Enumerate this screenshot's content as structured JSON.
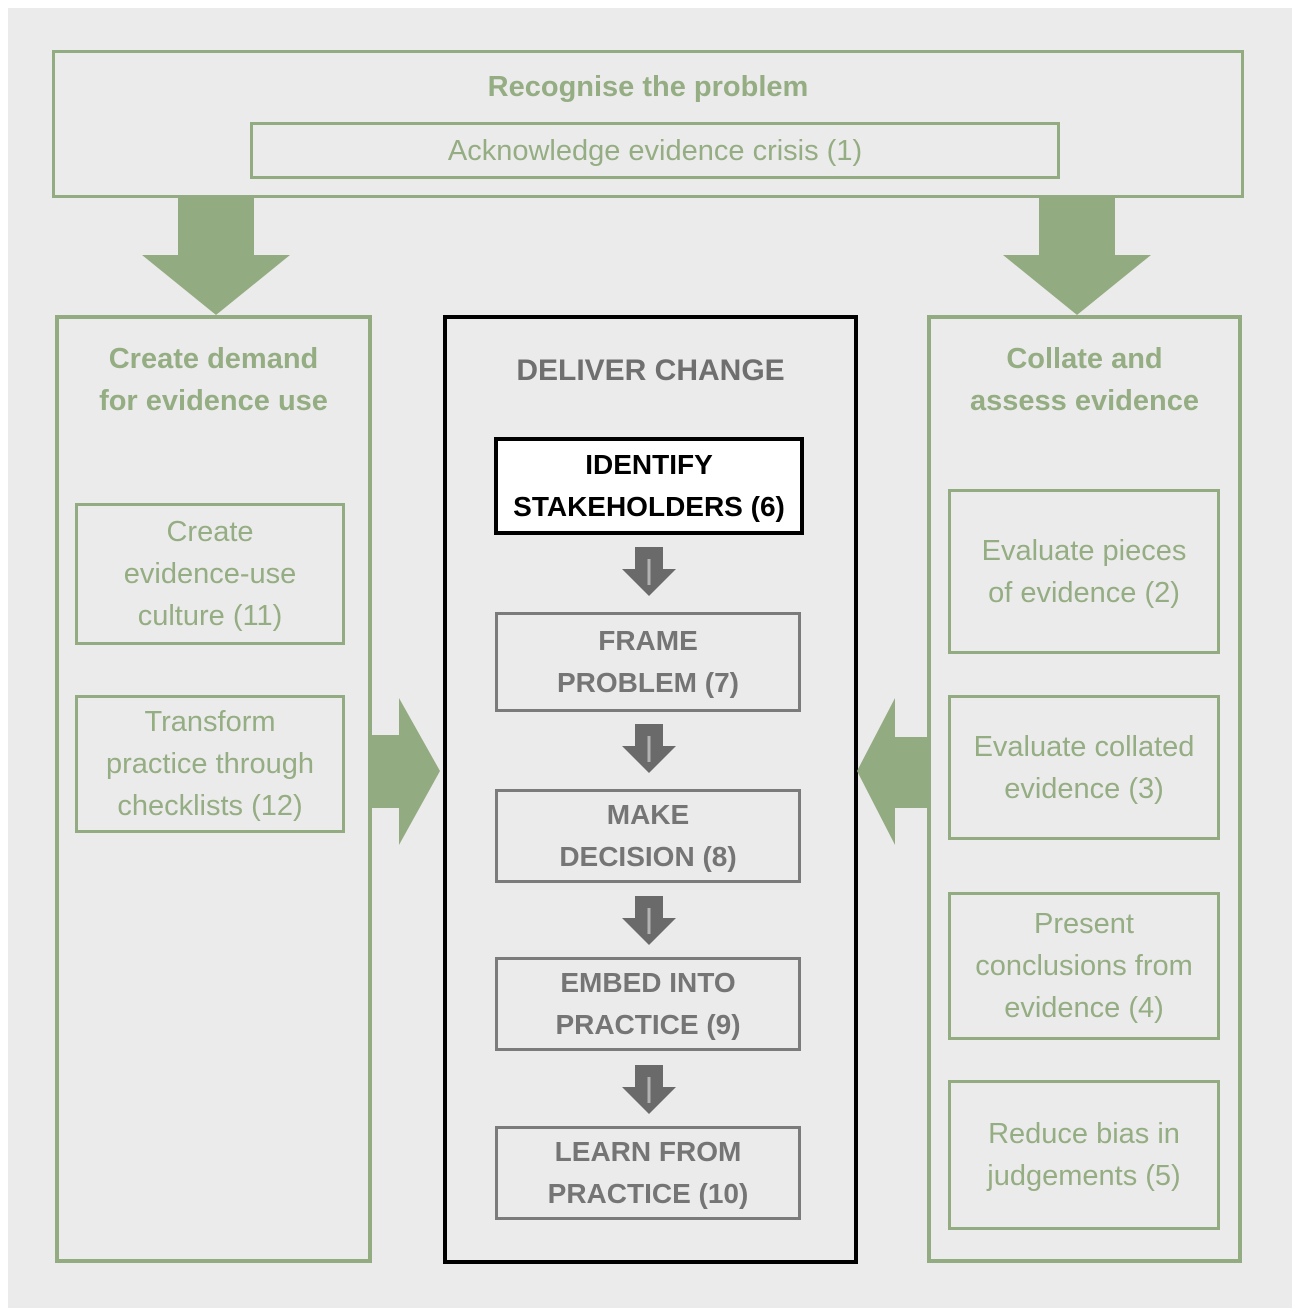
{
  "colors": {
    "canvas_bg": "#ebebeb",
    "green": "#93ab80",
    "green_text": "#95ad82",
    "gray_text": "#757575",
    "gray_title": "#6f6f6f",
    "step_arrow_gray": "#6a6a6a",
    "highlight_box_bg": "#ffffff",
    "black": "#000000"
  },
  "top_banner": {
    "title": "Recognise the problem",
    "step": "Acknowledge evidence crisis (1)"
  },
  "left_column": {
    "title": [
      "Create demand",
      "for evidence use"
    ],
    "boxes": [
      {
        "lines": [
          "Create",
          "evidence-use",
          "culture (11)"
        ]
      },
      {
        "lines": [
          "Transform",
          "practice through",
          "checklists (12)"
        ]
      }
    ]
  },
  "center_column": {
    "title": "DELIVER CHANGE",
    "steps": [
      {
        "lines": [
          "IDENTIFY",
          "STAKEHOLDERS (6)"
        ],
        "highlight": true
      },
      {
        "lines": [
          "FRAME",
          "PROBLEM (7)"
        ]
      },
      {
        "lines": [
          "MAKE",
          "DECISION (8)"
        ]
      },
      {
        "lines": [
          "EMBED INTO",
          "PRACTICE (9)"
        ]
      },
      {
        "lines": [
          "LEARN FROM",
          "PRACTICE (10)"
        ]
      }
    ]
  },
  "right_column": {
    "title": [
      "Collate and",
      "assess evidence"
    ],
    "boxes": [
      {
        "lines": [
          "Evaluate pieces",
          "of evidence (2)"
        ]
      },
      {
        "lines": [
          "Evaluate collated",
          "evidence (3)"
        ]
      },
      {
        "lines": [
          "Present",
          "conclusions from",
          "evidence (4)"
        ]
      },
      {
        "lines": [
          "Reduce bias in",
          "judgements (5)"
        ]
      }
    ]
  }
}
